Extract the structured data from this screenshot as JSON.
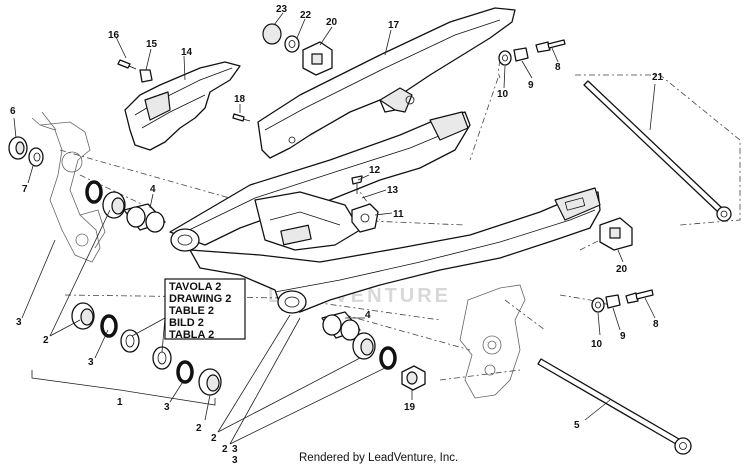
{
  "diagram": {
    "watermark": "LEADVENTURE",
    "footer": "Rendered by LeadVenture, Inc.",
    "table_note": [
      "TAVOLA 2",
      "DRAWING 2",
      "TABLE 2",
      "BILD 2",
      "TABLA 2"
    ],
    "callouts": {
      "c1": "1",
      "c2a": "2",
      "c2b": "2",
      "c2c": "2",
      "c2d": "2",
      "c3a": "3",
      "c3b": "3",
      "c3c": "3",
      "c3d": "3",
      "c3e": "3",
      "c4a": "4",
      "c4b": "4",
      "c5": "5",
      "c6": "6",
      "c7": "7",
      "c8a": "8",
      "c8b": "8",
      "c9a": "9",
      "c9b": "9",
      "c10a": "10",
      "c10b": "10",
      "c11": "11",
      "c12": "12",
      "c13": "13",
      "c14": "14",
      "c15": "15",
      "c16": "16",
      "c17": "17",
      "c18": "18",
      "c19": "19",
      "c20a": "20",
      "c20b": "20",
      "c21": "21",
      "c22": "22",
      "c23": "23"
    }
  }
}
